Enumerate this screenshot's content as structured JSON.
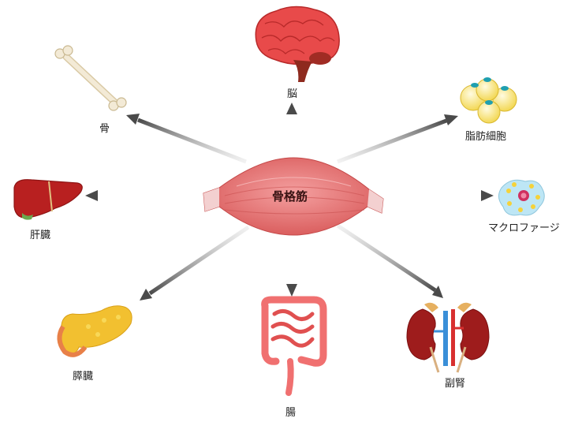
{
  "center": {
    "label": "骨格筋",
    "icon": "muscle-icon"
  },
  "organs": [
    {
      "key": "brain",
      "label": "脳",
      "icon": "brain-icon"
    },
    {
      "key": "bone",
      "label": "骨",
      "icon": "bone-icon"
    },
    {
      "key": "adipocyte",
      "label": "脂肪細胞",
      "icon": "fat-cells-icon"
    },
    {
      "key": "liver",
      "label": "肝臓",
      "icon": "liver-icon"
    },
    {
      "key": "macrophage",
      "label": "マクロファージ",
      "icon": "macrophage-icon"
    },
    {
      "key": "pancreas",
      "label": "膵臓",
      "icon": "pancreas-icon"
    },
    {
      "key": "intestine",
      "label": "腸",
      "icon": "intestine-icon"
    },
    {
      "key": "adrenal",
      "label": "副腎",
      "icon": "kidney-adrenal-icon"
    }
  ],
  "colors": {
    "arrow": "#4a4a4a",
    "muscle": "#e06a6a",
    "brain": "#e84a4a",
    "bone": "#efe4cc",
    "fat": "#f8e070",
    "liver": "#b82020",
    "macrophage": "#bde6f5",
    "pancreas": "#f2c030",
    "intestine": "#f07070",
    "kidney": "#9e1c1c"
  }
}
